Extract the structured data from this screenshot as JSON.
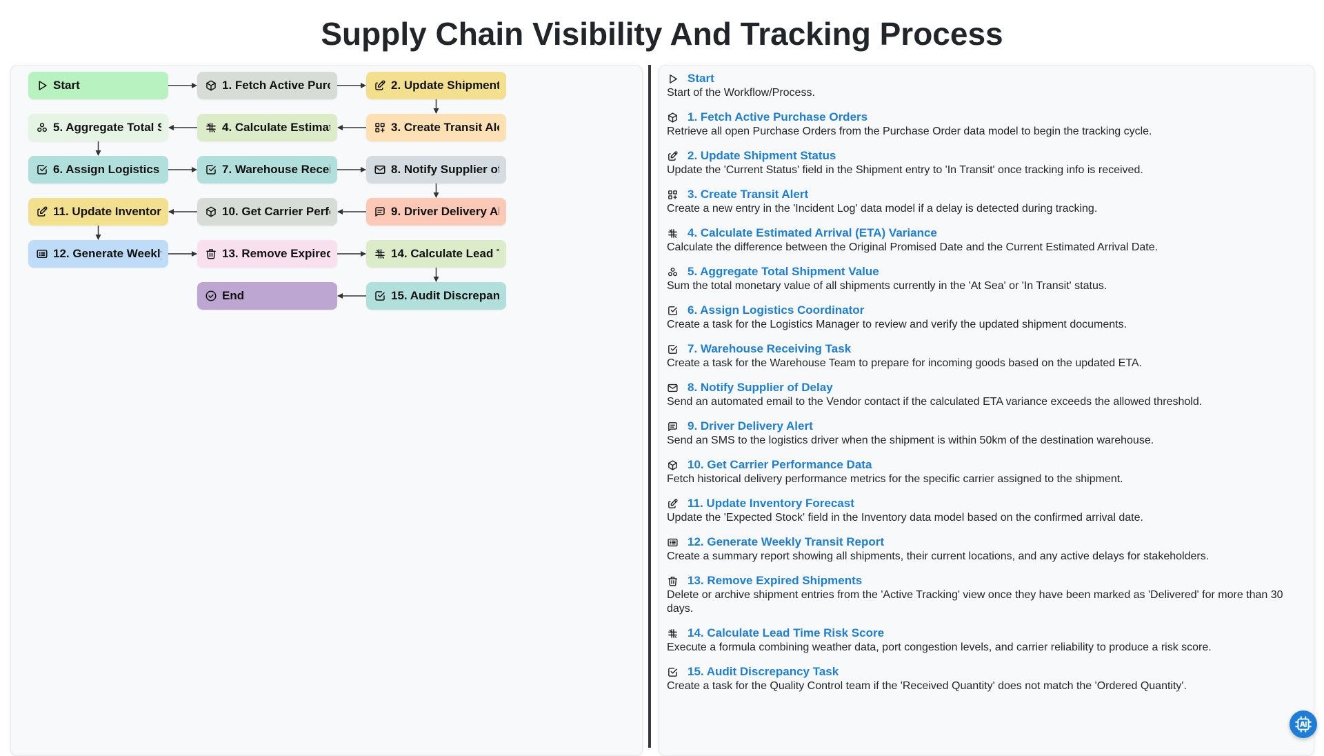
{
  "title": "Supply Chain Visibility And Tracking Process",
  "colors": {
    "start": "#b8f2c0",
    "fetch": "#d7dcd7",
    "edit": "#f2e08f",
    "alert": "#fde0b4",
    "calc": "#dcebc8",
    "aggregate": "#e6f4e6",
    "task": "#b1e0dc",
    "email": "#d5dce1",
    "sms": "#fcc9b7",
    "report": "#bedcf7",
    "remove": "#f8e0ef",
    "end": "#bea6d2",
    "link": "#1c7ed6"
  },
  "nodes": [
    {
      "id": "start",
      "label": "Start",
      "icon": "play-icon",
      "color": "start"
    },
    {
      "id": "n1",
      "label": "1. Fetch Active Purchase Orders",
      "icon": "cube-icon",
      "color": "fetch"
    },
    {
      "id": "n2",
      "label": "2. Update Shipment Status",
      "icon": "edit-icon",
      "color": "edit"
    },
    {
      "id": "n3",
      "label": "3. Create Transit Alert",
      "icon": "grid-icon",
      "color": "alert"
    },
    {
      "id": "n4",
      "label": "4. Calculate Estimated Arrival (ETA) Variance",
      "icon": "hash-icon",
      "color": "calc"
    },
    {
      "id": "n5",
      "label": "5. Aggregate Total Shipment Value",
      "icon": "cluster-icon",
      "color": "aggregate"
    },
    {
      "id": "n6",
      "label": "6. Assign Logistics Coordinator",
      "icon": "checkbox-icon",
      "color": "task"
    },
    {
      "id": "n7",
      "label": "7. Warehouse Receiving Task",
      "icon": "checkbox-icon",
      "color": "task"
    },
    {
      "id": "n8",
      "label": "8. Notify Supplier of Delay",
      "icon": "mail-icon",
      "color": "email"
    },
    {
      "id": "n9",
      "label": "9. Driver Delivery Alert",
      "icon": "message-icon",
      "color": "sms"
    },
    {
      "id": "n10",
      "label": "10. Get Carrier Performance Data",
      "icon": "cube-icon",
      "color": "fetch"
    },
    {
      "id": "n11",
      "label": "11. Update Inventory Forecast",
      "icon": "edit-icon",
      "color": "edit"
    },
    {
      "id": "n12",
      "label": "12. Generate Weekly Transit Report",
      "icon": "report-icon",
      "color": "report"
    },
    {
      "id": "n13",
      "label": "13. Remove Expired Shipments",
      "icon": "trash-icon",
      "color": "remove"
    },
    {
      "id": "n14",
      "label": "14. Calculate Lead Time Risk Score",
      "icon": "hash-icon",
      "color": "calc"
    },
    {
      "id": "n15",
      "label": "15. Audit Discrepancy Task",
      "icon": "checkbox-icon",
      "color": "task"
    },
    {
      "id": "end",
      "label": "End",
      "icon": "check-circle-icon",
      "color": "end"
    }
  ],
  "edges": [
    [
      "start",
      "n1"
    ],
    [
      "n1",
      "n2"
    ],
    [
      "n2",
      "n3"
    ],
    [
      "n3",
      "n4"
    ],
    [
      "n4",
      "n5"
    ],
    [
      "n5",
      "n6"
    ],
    [
      "n6",
      "n7"
    ],
    [
      "n7",
      "n8"
    ],
    [
      "n8",
      "n9"
    ],
    [
      "n9",
      "n10"
    ],
    [
      "n10",
      "n11"
    ],
    [
      "n11",
      "n12"
    ],
    [
      "n12",
      "n13"
    ],
    [
      "n13",
      "n14"
    ],
    [
      "n14",
      "n15"
    ],
    [
      "n15",
      "end"
    ]
  ],
  "steps": [
    {
      "title": "Start",
      "icon": "play-icon",
      "desc": "Start of the Workflow/Process."
    },
    {
      "title": "1. Fetch Active Purchase Orders",
      "icon": "cube-icon",
      "desc": "Retrieve all open Purchase Orders from the Purchase Order data model to begin the tracking cycle."
    },
    {
      "title": "2. Update Shipment Status",
      "icon": "edit-icon",
      "desc": "Update the 'Current Status' field in the Shipment entry to 'In Transit' once tracking info is received."
    },
    {
      "title": "3. Create Transit Alert",
      "icon": "grid-icon",
      "desc": "Create a new entry in the 'Incident Log' data model if a delay is detected during tracking."
    },
    {
      "title": "4. Calculate Estimated Arrival (ETA) Variance",
      "icon": "hash-icon",
      "desc": "Calculate the difference between the Original Promised Date and the Current Estimated Arrival Date."
    },
    {
      "title": "5. Aggregate Total Shipment Value",
      "icon": "cluster-icon",
      "desc": "Sum the total monetary value of all shipments currently in the 'At Sea' or 'In Transit' status."
    },
    {
      "title": "6. Assign Logistics Coordinator",
      "icon": "checkbox-icon",
      "desc": "Create a task for the Logistics Manager to review and verify the updated shipment documents."
    },
    {
      "title": "7. Warehouse Receiving Task",
      "icon": "checkbox-icon",
      "desc": "Create a task for the Warehouse Team to prepare for incoming goods based on the updated ETA."
    },
    {
      "title": "8. Notify Supplier of Delay",
      "icon": "mail-icon",
      "desc": "Send an automated email to the Vendor contact if the calculated ETA variance exceeds the allowed threshold."
    },
    {
      "title": "9. Driver Delivery Alert",
      "icon": "message-icon",
      "desc": "Send an SMS to the logistics driver when the shipment is within 50km of the destination warehouse."
    },
    {
      "title": "10. Get Carrier Performance Data",
      "icon": "cube-icon",
      "desc": "Fetch historical delivery performance metrics for the specific carrier assigned to the shipment."
    },
    {
      "title": "11. Update Inventory Forecast",
      "icon": "edit-icon",
      "desc": "Update the 'Expected Stock' field in the Inventory data model based on the confirmed arrival date."
    },
    {
      "title": "12. Generate Weekly Transit Report",
      "icon": "report-icon",
      "desc": "Create a summary report showing all shipments, their current locations, and any active delays for stakeholders."
    },
    {
      "title": "13. Remove Expired Shipments",
      "icon": "trash-icon",
      "desc": "Delete or archive shipment entries from the 'Active Tracking' view once they have been marked as 'Delivered' for more than 30 days."
    },
    {
      "title": "14. Calculate Lead Time Risk Score",
      "icon": "hash-icon",
      "desc": "Execute a formula combining weather data, port congestion levels, and carrier reliability to produce a risk score."
    },
    {
      "title": "15. Audit Discrepancy Task",
      "icon": "checkbox-icon",
      "desc": "Create a task for the Quality Control team if the 'Received Quantity' does not match the 'Ordered Quantity'."
    }
  ],
  "fab_icon": "ai-chip-icon"
}
